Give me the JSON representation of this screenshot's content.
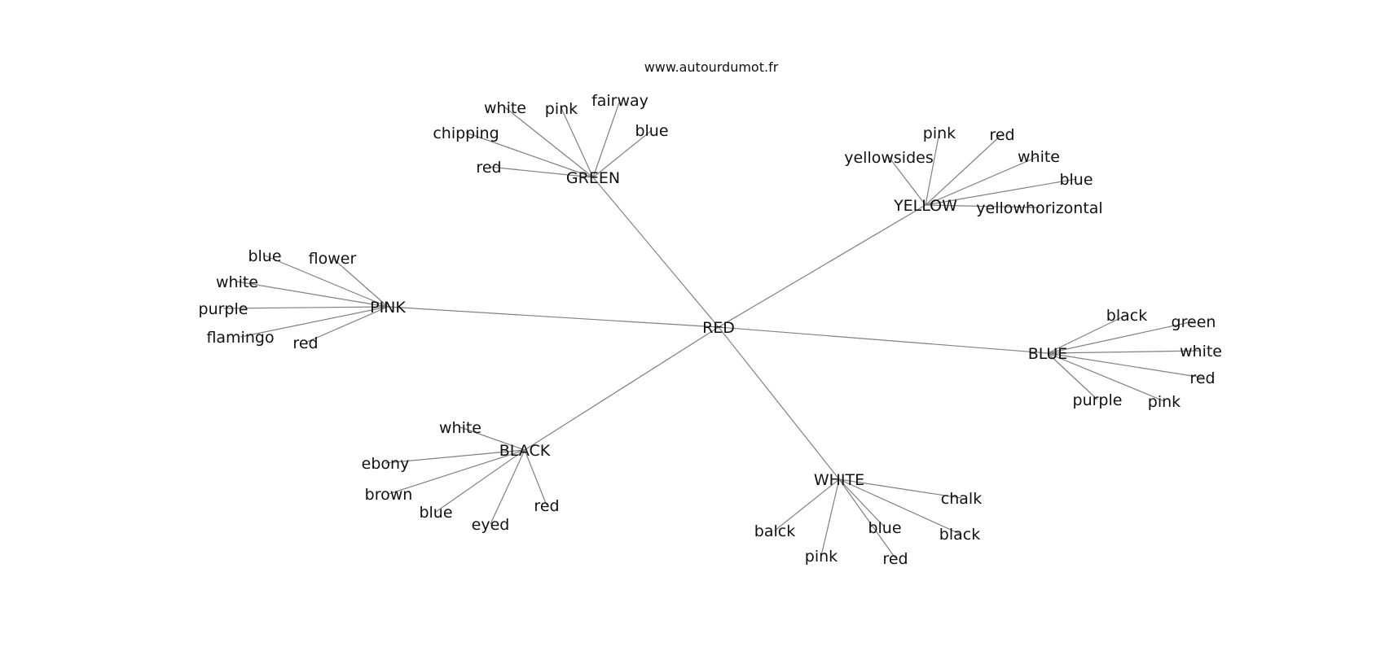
{
  "credit": "www.autourdumot.fr",
  "center": "RED",
  "clusters": [
    {
      "hub": "GREEN",
      "leaves": [
        "red",
        "chipping",
        "white",
        "pink",
        "fairway",
        "blue"
      ]
    },
    {
      "hub": "YELLOW",
      "leaves": [
        "yellowsides",
        "pink",
        "red",
        "white",
        "blue",
        "yellowhorizontal"
      ]
    },
    {
      "hub": "PINK",
      "leaves": [
        "blue",
        "flower",
        "white",
        "purple",
        "flamingo",
        "red"
      ]
    },
    {
      "hub": "BLUE",
      "leaves": [
        "black",
        "green",
        "white",
        "red",
        "pink",
        "purple"
      ]
    },
    {
      "hub": "BLACK",
      "leaves": [
        "white",
        "ebony",
        "brown",
        "blue",
        "eyed",
        "red"
      ]
    },
    {
      "hub": "WHITE",
      "leaves": [
        "chalk",
        "black",
        "red",
        "blue",
        "pink",
        "balck"
      ]
    }
  ],
  "colors": {
    "edge": "#808080",
    "text": "#111111",
    "background": "#ffffff"
  }
}
